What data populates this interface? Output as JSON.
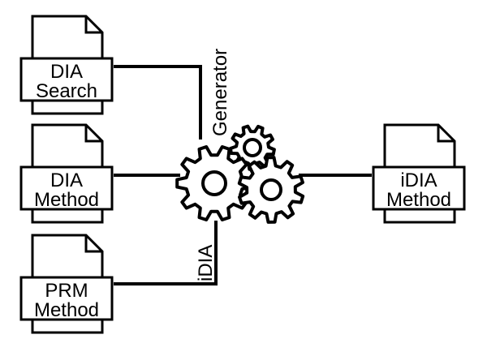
{
  "documents": {
    "dia_search": {
      "line1": "DIA",
      "line2": "Search"
    },
    "dia_method": {
      "line1": "DIA",
      "line2": "Method"
    },
    "prm_method": {
      "line1": "PRM",
      "line2": "Method"
    },
    "idia_method": {
      "line1": "iDIA",
      "line2": "Method"
    }
  },
  "labels": {
    "generator": "Generator",
    "idia": "iDIA"
  },
  "icons": {
    "document": "document-icon",
    "gears": "gears-icon"
  },
  "colors": {
    "stroke": "#000000",
    "fill": "#ffffff"
  }
}
